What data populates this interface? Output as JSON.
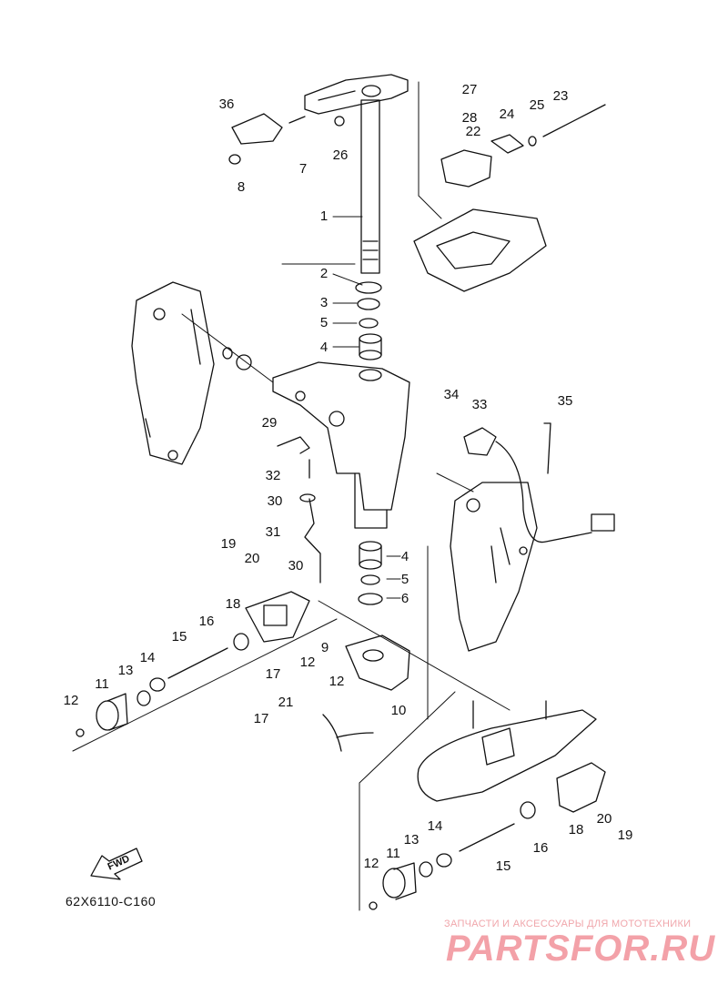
{
  "drawing_code": "62X6110-C160",
  "fwd_label": "FWD",
  "watermark": {
    "subtitle": "ЗАПЧАСТИ И АКСЕССУАРЫ ДЛЯ МОТОТЕХНИКИ",
    "logo": "PARTSFOR.RU"
  },
  "callouts": {
    "c1": "1",
    "c2": "2",
    "c3": "3",
    "c4a": "4",
    "c4b": "4",
    "c5a": "5",
    "c5b": "5",
    "c6": "6",
    "c7": "7",
    "c8": "8",
    "c9": "9",
    "c10": "10",
    "c11a": "11",
    "c11b": "11",
    "c12a": "12",
    "c12b": "12",
    "c12c": "12",
    "c12d": "12",
    "c13a": "13",
    "c13b": "13",
    "c14a": "14",
    "c14b": "14",
    "c15a": "15",
    "c15b": "15",
    "c16a": "16",
    "c16b": "16",
    "c17a": "17",
    "c17b": "17",
    "c18a": "18",
    "c18b": "18",
    "c19a": "19",
    "c19b": "19",
    "c20a": "20",
    "c20b": "20",
    "c21": "21",
    "c22": "22",
    "c23": "23",
    "c24": "24",
    "c25": "25",
    "c26": "26",
    "c27": "27",
    "c28": "28",
    "c29": "29",
    "c30a": "30",
    "c30b": "30",
    "c31": "31",
    "c32": "32",
    "c33": "33",
    "c34": "34",
    "c35": "35",
    "c36": "36"
  }
}
